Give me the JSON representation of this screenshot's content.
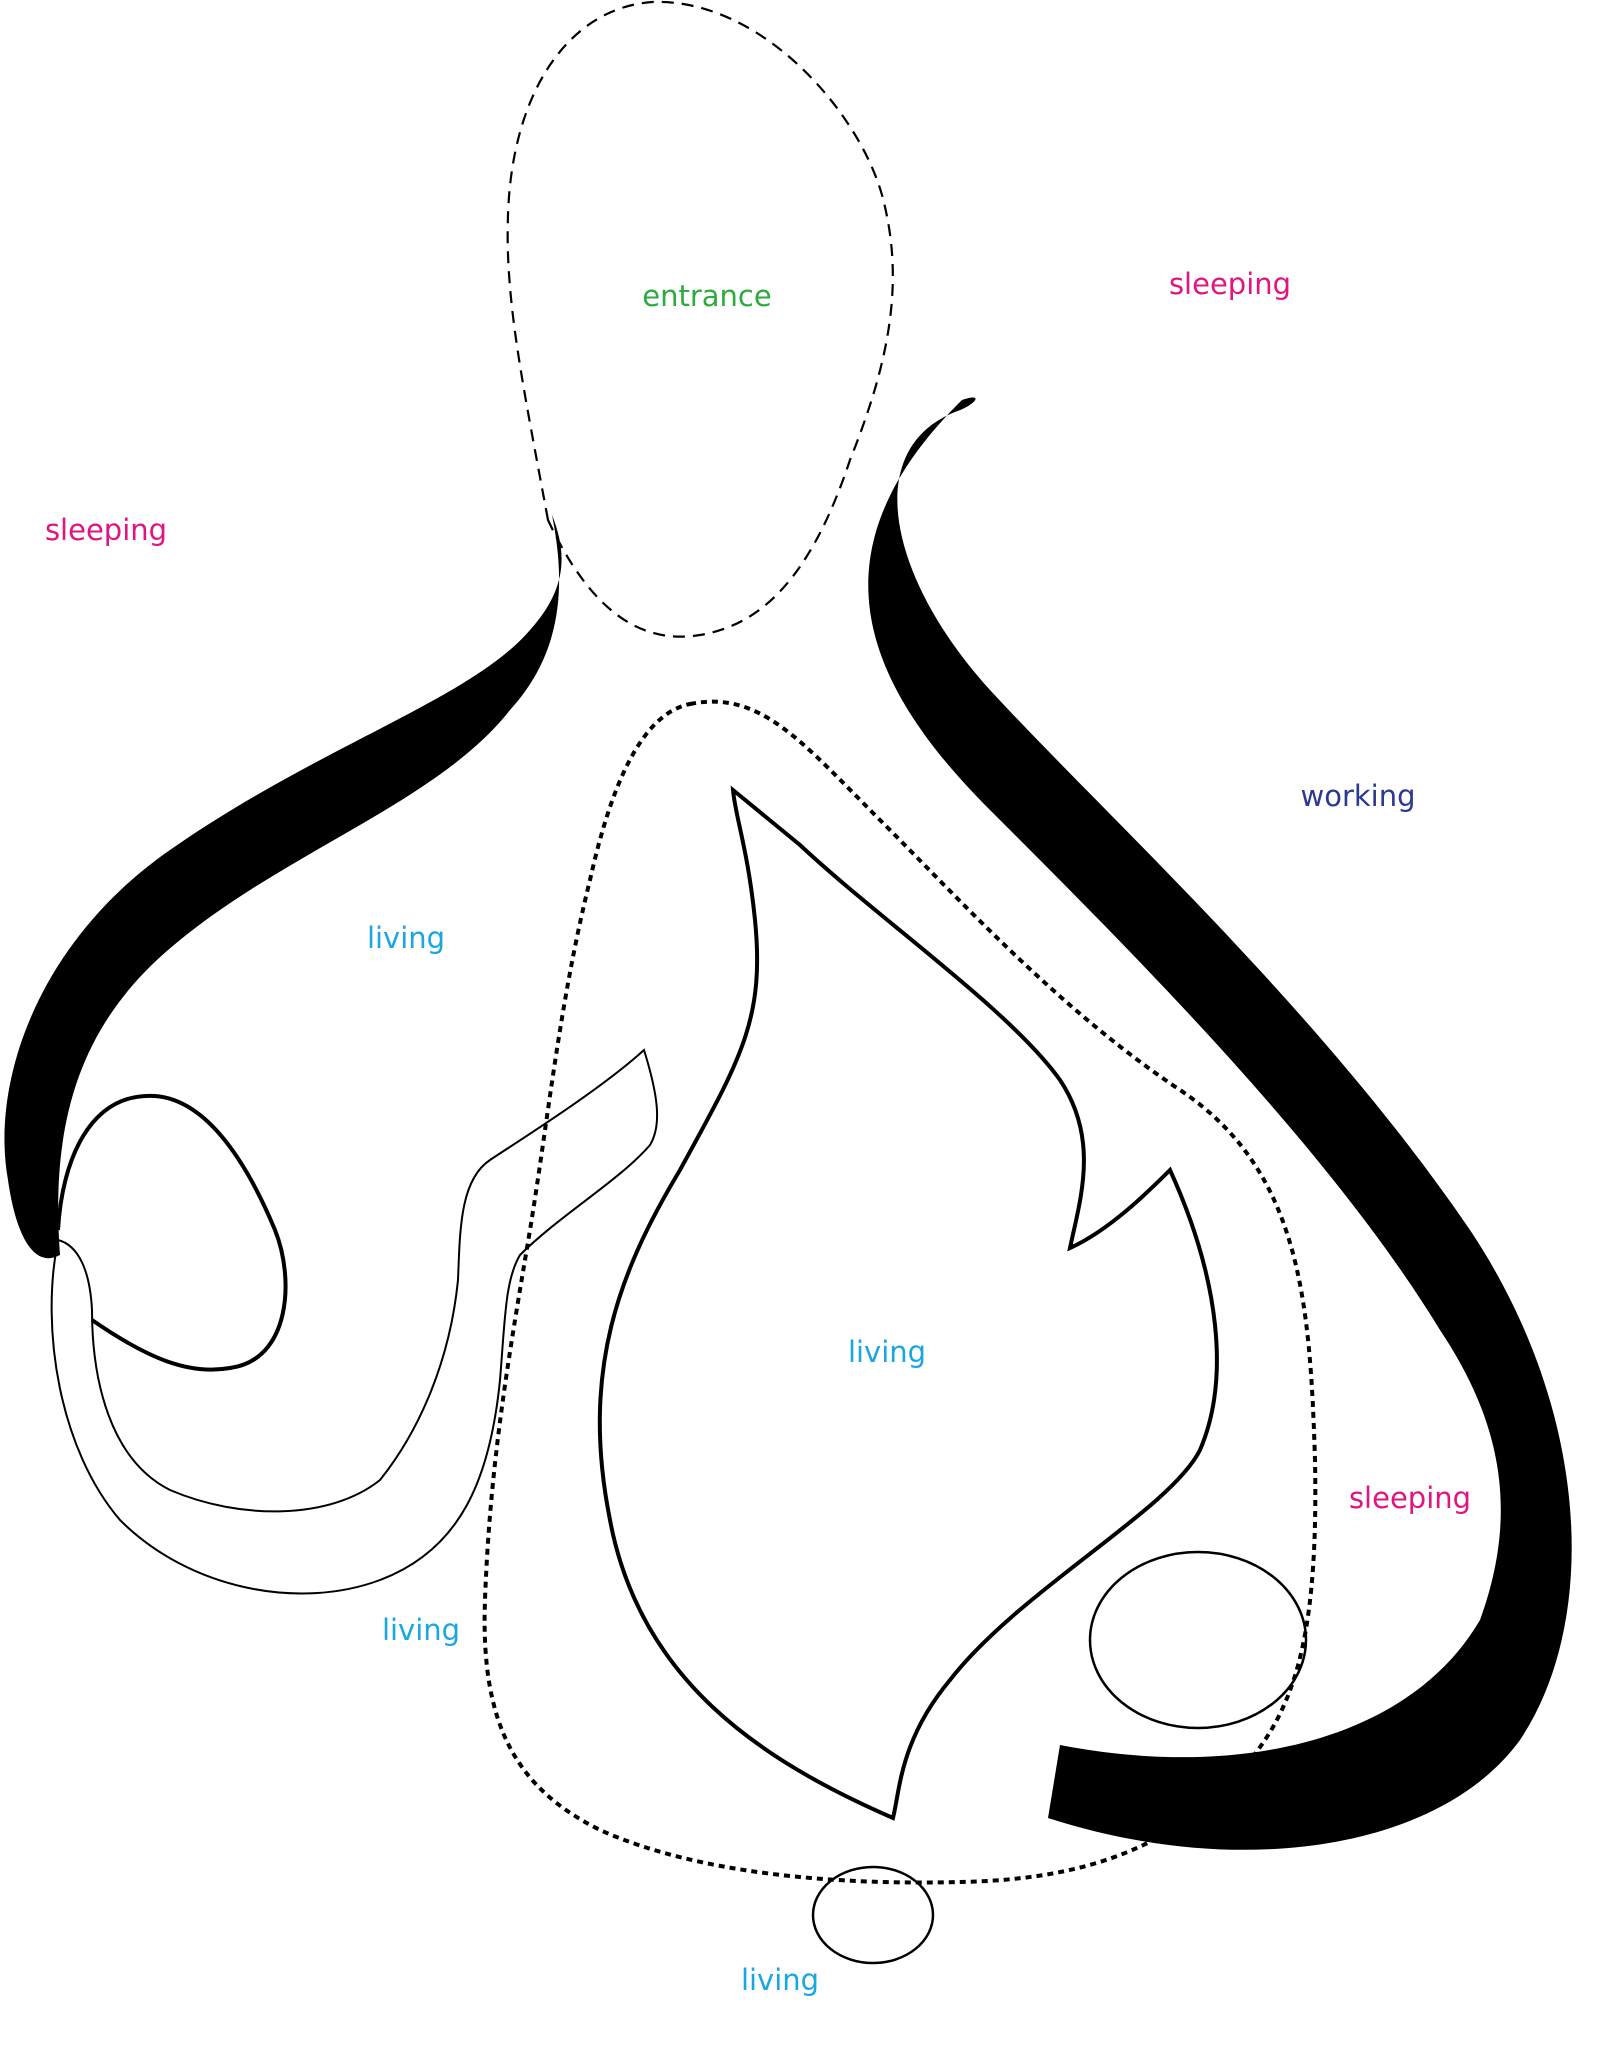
{
  "colors": {
    "sleeping": "#e0157f",
    "living": "#1aa7e0",
    "entrance": "#2eaa3e",
    "working": "#2b3990",
    "stroke": "#000000"
  },
  "labels": {
    "entrance": "entrance",
    "sleeping_top_right": "sleeping",
    "sleeping_left": "sleeping",
    "working": "working",
    "living_upper_left": "living",
    "living_center": "living",
    "sleeping_right": "sleeping",
    "living_lower_left": "living",
    "living_bottom": "living"
  }
}
